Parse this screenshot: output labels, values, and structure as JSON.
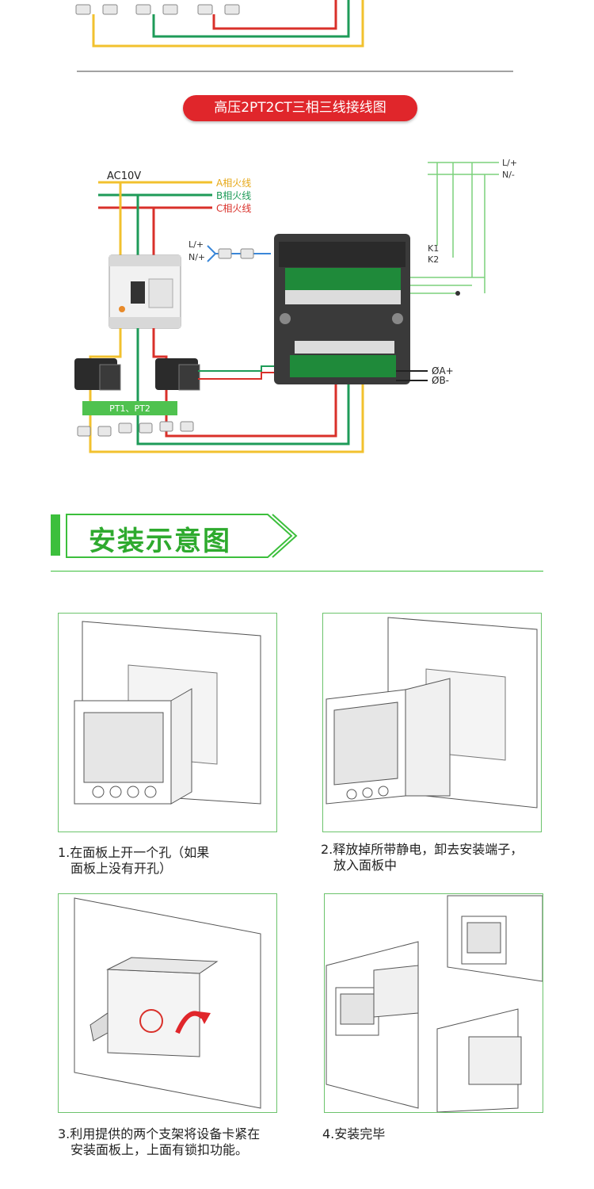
{
  "diagram_title": "高压2PT2CT三相三线接线图",
  "wiring": {
    "supply_voltage": "AC10V",
    "phase_a": "A相火线",
    "phase_b": "B相火线",
    "phase_c": "C相火线",
    "aux_l": "L/+",
    "aux_n": "N/+",
    "relay_l": "L/+",
    "relay_n": "N/-",
    "k1": "K1",
    "k2": "K2",
    "rs485_a": "ØA+",
    "rs485_b": "ØB-",
    "pt_label": "PT1、PT2",
    "colors": {
      "phase_a": "#f2c12e",
      "phase_b": "#1e9b58",
      "phase_c": "#d9302a",
      "signal": "#7bd17b",
      "aux": "#3a87d8"
    }
  },
  "section": {
    "title": "安装示意图",
    "accent_color": "#3cbf3c"
  },
  "steps": [
    {
      "line1": "1.在面板上开一个孔（如果",
      "line2": "面板上没有开孔）"
    },
    {
      "line1": "2.释放掉所带静电，卸去安装端子，",
      "line2": "放入面板中"
    },
    {
      "line1": "3.利用提供的两个支架将设备卡紧在",
      "line2": "安装面板上，上面有锁扣功能。"
    },
    {
      "line1": "4.安装完毕",
      "line2": ""
    }
  ]
}
